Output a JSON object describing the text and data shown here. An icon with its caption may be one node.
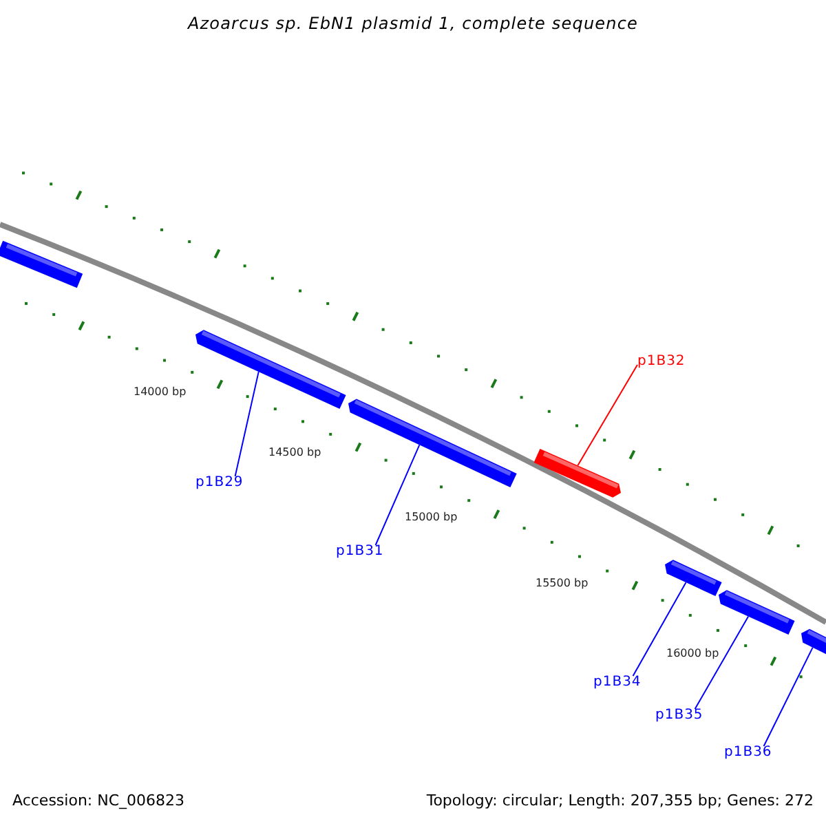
{
  "diagram": {
    "title": "Azoarcus sp. EbN1 plasmid 1, complete sequence",
    "nodes": [
      {
        "text": [],
        "shape": "bar"
      },
      {
        "text": [],
        "shape": "bar"
      },
      {
        "text": [],
        "shape": "bar"
      },
      {
        "text": [],
        "shape": "bar"
      },
      {
        "text": [],
        "shape": "bar"
      },
      {
        "text": [],
        "shape": "bar"
      },
      {
        "text": [],
        "shape": "bar"
      },
      {
        "text": [
          "p1B29"
        ]
      },
      {
        "text": [
          "p1B31"
        ]
      },
      {
        "text": [
          "p1B32"
        ]
      },
      {
        "text": [
          "p1B34"
        ]
      },
      {
        "text": [
          "p1B35"
        ]
      },
      {
        "text": [
          "p1B36"
        ]
      }
    ],
    "edges": [
      {
        "from": 7,
        "to": 1,
        "arrow": "none"
      },
      {
        "from": 8,
        "to": 2,
        "arrow": "none"
      },
      {
        "from": 9,
        "to": 3,
        "arrow": "none",
        "color": "#ff0000"
      },
      {
        "from": 10,
        "to": 4,
        "arrow": "none"
      },
      {
        "from": 11,
        "to": 5,
        "arrow": "none"
      },
      {
        "from": 12,
        "to": 6,
        "arrow": "none"
      }
    ],
    "labels": [
      "14000 bp",
      "14500 bp",
      "15000 bp",
      "15500 bp",
      "16000 bp",
      "Accession: NC_006823",
      "Topology: circular; Length: 207,355 bp; Genes: 272"
    ]
  }
}
